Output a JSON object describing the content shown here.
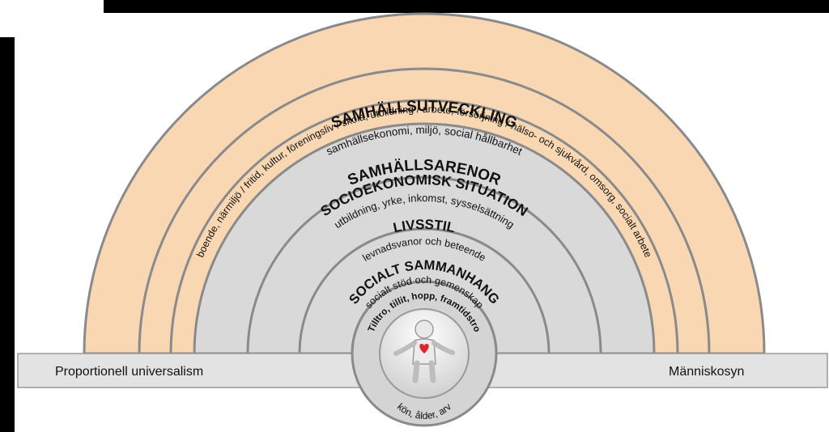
{
  "layers": {
    "samhallsutveckling": {
      "title": "SAMHÄLLSUTVECKLING",
      "subtitle": "samhällsekonomi, miljö, social hållbarhet"
    },
    "samhallsarenor": {
      "title": "SAMHÄLLSARENOR",
      "subtitle": "boende, närmiljö / fritid, kultur, föreningsliv / skola, utbildning / arbete, försörjning / hälso- och sjukvård, omsorg, socialt arbete"
    },
    "socioekonomisk": {
      "title": "SOCIOEKONOMISK SITUATION",
      "subtitle": "utbildning, yrke, inkomst, sysselsättning"
    },
    "livsstil": {
      "title": "LIVSSTIL",
      "subtitle": "levnadsvanor och beteende"
    },
    "socialt": {
      "title": "SOCIALT SAMMANHANG",
      "subtitle": "socialt stöd och gemenskap"
    },
    "center": {
      "arc_text": "Tilltro, tillit, hopp, framtidstro",
      "bottom_text": "kön, ålder, arv"
    }
  },
  "base": {
    "left_label": "Proportionell universalism",
    "right_label": "Människosyn"
  },
  "colors": {
    "peach": "#f9d7b3",
    "grey_ring": "#d9d9d9",
    "base_band": "#e3e3e3",
    "heart": "#e0242c"
  }
}
